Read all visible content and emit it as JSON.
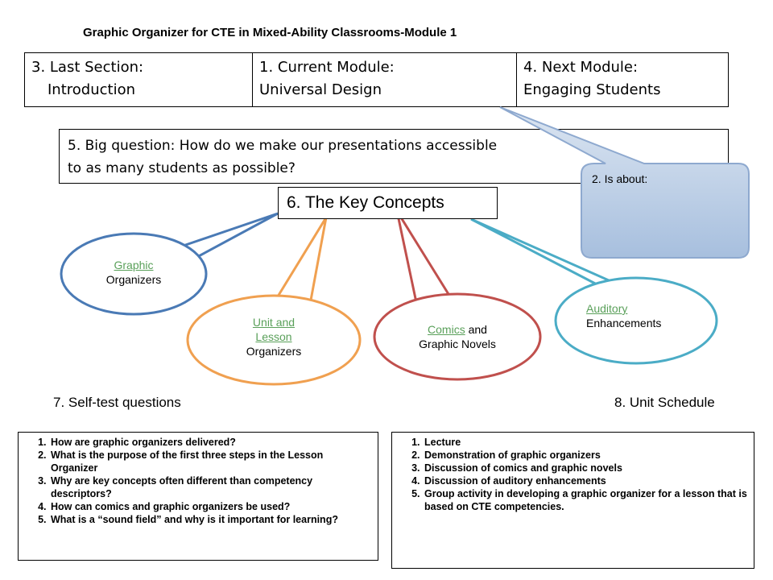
{
  "title": "Graphic Organizer for CTE in Mixed-Ability Classrooms-Module 1",
  "nav": {
    "last_line1": "3. Last Section:",
    "last_line2": "Introduction",
    "current_line1": "1.   Current Module:",
    "current_line2": "Universal Design",
    "next_line1": "4. Next Module:",
    "next_line2": "Engaging Students"
  },
  "big_question": {
    "line1": "5. Big question:  How do we make our presentations accessible",
    "line2": "to as many students as possible?"
  },
  "callout": {
    "text": "2. Is about:"
  },
  "key_concepts": {
    "label": "6. The Key Concepts"
  },
  "concepts": {
    "graphic": {
      "link": "Graphic",
      "text": "Organizers"
    },
    "unit": {
      "link_line1": "Unit and",
      "link_line2": "Lesson",
      "text": "Organizers"
    },
    "comics": {
      "link": "Comics",
      "text_after": " and",
      "line2": "Graphic Novels"
    },
    "auditory": {
      "link": "Auditory",
      "text": "Enhancements"
    }
  },
  "colors": {
    "graphic": "#4a7ab5",
    "unit": "#f0a050",
    "comics": "#c0504d",
    "auditory": "#4bacc6",
    "link": "#5aa05a",
    "callout_fill": "#b8cce4"
  },
  "self_test": {
    "heading": "7. Self-test questions",
    "items": [
      "How are graphic organizers delivered?",
      "What is the purpose of the first three steps in the Lesson Organizer",
      "Why are key concepts often different than competency descriptors?",
      "How can comics and graphic organizers be used?",
      "What is a “sound field” and why is it important for learning?"
    ]
  },
  "schedule": {
    "heading": "8.  Unit Schedule",
    "items": [
      "Lecture",
      "Demonstration of graphic organizers",
      "Discussion of comics and graphic novels",
      "Discussion of auditory enhancements",
      "Group activity in developing a graphic organizer for a lesson that is based on CTE competencies."
    ]
  }
}
